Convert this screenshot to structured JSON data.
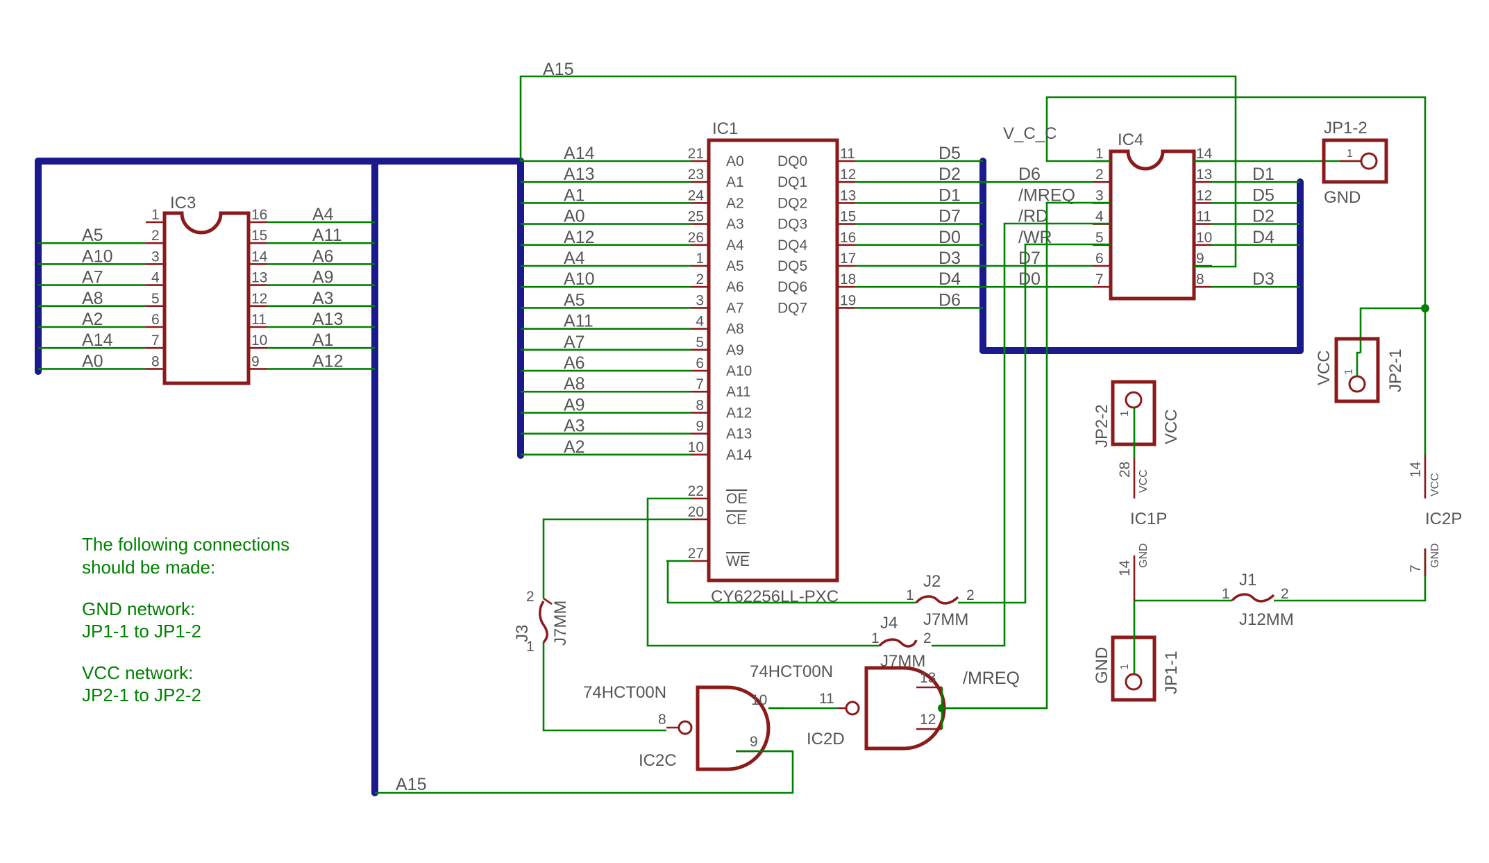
{
  "colors": {
    "wire": "#008000",
    "bus": "#1a1a8c",
    "component": "#8b1a1a",
    "label": "#555555",
    "note": "#008000",
    "background": "#ffffff"
  },
  "ic3": {
    "name": "IC3",
    "left_pins": [
      {
        "pin": "1",
        "net": ""
      },
      {
        "pin": "2",
        "net": "A5"
      },
      {
        "pin": "3",
        "net": "A10"
      },
      {
        "pin": "4",
        "net": "A7"
      },
      {
        "pin": "5",
        "net": "A8"
      },
      {
        "pin": "6",
        "net": "A2"
      },
      {
        "pin": "7",
        "net": "A14"
      },
      {
        "pin": "8",
        "net": "A0"
      }
    ],
    "right_pins": [
      {
        "pin": "16",
        "net": "A4"
      },
      {
        "pin": "15",
        "net": "A11"
      },
      {
        "pin": "14",
        "net": "A6"
      },
      {
        "pin": "13",
        "net": "A9"
      },
      {
        "pin": "12",
        "net": "A3"
      },
      {
        "pin": "11",
        "net": "A13"
      },
      {
        "pin": "10",
        "net": "A1"
      },
      {
        "pin": "9",
        "net": "A12"
      }
    ]
  },
  "ic1": {
    "name": "IC1",
    "part": "CY62256LL-PXC",
    "addr_pins": [
      {
        "net": "A14",
        "pin": "21",
        "func": "A0"
      },
      {
        "net": "A13",
        "pin": "23",
        "func": "A1"
      },
      {
        "net": "A1",
        "pin": "24",
        "func": "A2"
      },
      {
        "net": "A0",
        "pin": "25",
        "func": "A3"
      },
      {
        "net": "A12",
        "pin": "26",
        "func": "A4"
      },
      {
        "net": "A4",
        "pin": "1",
        "func": "A5"
      },
      {
        "net": "A10",
        "pin": "2",
        "func": "A6"
      },
      {
        "net": "A5",
        "pin": "3",
        "func": "A7"
      },
      {
        "net": "A11",
        "pin": "4",
        "func": "A8"
      },
      {
        "net": "A7",
        "pin": "5",
        "func": "A9"
      },
      {
        "net": "A6",
        "pin": "6",
        "func": "A10"
      },
      {
        "net": "A8",
        "pin": "7",
        "func": "A11"
      },
      {
        "net": "A9",
        "pin": "8",
        "func": "A12"
      },
      {
        "net": "A3",
        "pin": "9",
        "func": "A13"
      },
      {
        "net": "A2",
        "pin": "10",
        "func": "A14"
      }
    ],
    "data_pins": [
      {
        "func": "DQ0",
        "pin": "11",
        "net": "D5"
      },
      {
        "func": "DQ1",
        "pin": "12",
        "net": "D2"
      },
      {
        "func": "DQ2",
        "pin": "13",
        "net": "D1"
      },
      {
        "func": "DQ3",
        "pin": "15",
        "net": "D7"
      },
      {
        "func": "DQ4",
        "pin": "16",
        "net": "D0"
      },
      {
        "func": "DQ5",
        "pin": "17",
        "net": "D3"
      },
      {
        "func": "DQ6",
        "pin": "18",
        "net": "D4"
      },
      {
        "func": "DQ7",
        "pin": "19",
        "net": "D6"
      }
    ],
    "ctrl_pins": [
      {
        "pin": "22",
        "func": "OE"
      },
      {
        "pin": "20",
        "func": "CE"
      },
      {
        "pin": "27",
        "func": "WE"
      }
    ]
  },
  "ic4": {
    "name": "IC4",
    "left_pins": [
      {
        "pin": "1",
        "net": "V_C_C"
      },
      {
        "pin": "2",
        "net": "D6"
      },
      {
        "pin": "3",
        "net": "/MREQ"
      },
      {
        "pin": "4",
        "net": "/RD"
      },
      {
        "pin": "5",
        "net": "/WR"
      },
      {
        "pin": "6",
        "net": "D7"
      },
      {
        "pin": "7",
        "net": "D0"
      }
    ],
    "right_pins": [
      {
        "pin": "14",
        "net": ""
      },
      {
        "pin": "13",
        "net": "D1"
      },
      {
        "pin": "12",
        "net": "D5"
      },
      {
        "pin": "11",
        "net": "D2"
      },
      {
        "pin": "10",
        "net": "D4"
      },
      {
        "pin": "9",
        "net": ""
      },
      {
        "pin": "8",
        "net": "D3"
      }
    ]
  },
  "nets": {
    "a15_top": "A15",
    "a15_bottom": "A15",
    "mreq": "/MREQ"
  },
  "jumpers": {
    "j1": {
      "name": "J1",
      "part": "J12MM",
      "pin1": "1",
      "pin2": "2"
    },
    "j2": {
      "name": "J2",
      "part": "J7MM",
      "pin1": "1",
      "pin2": "2"
    },
    "j3": {
      "name": "J3",
      "part": "J7MM",
      "pin1": "1",
      "pin2": "2"
    },
    "j4": {
      "name": "J4",
      "part": "J7MM",
      "pin1": "1",
      "pin2": "2"
    }
  },
  "connectors": {
    "jp1_2": {
      "name": "JP1-2",
      "pin": "1",
      "net": "GND"
    },
    "jp2_1": {
      "name": "JP2-1",
      "pin": "1",
      "net": "VCC"
    },
    "jp2_2": {
      "name": "JP2-2",
      "pin": "1",
      "net": "VCC"
    },
    "jp1_1": {
      "name": "JP1-1",
      "pin": "1",
      "net": "GND"
    }
  },
  "power": {
    "ic1p": {
      "name": "IC1P",
      "vcc_pin": "28",
      "gnd_pin": "14",
      "vcc": "VCC",
      "gnd": "GND"
    },
    "ic2p": {
      "name": "IC2P",
      "vcc_pin": "14",
      "gnd_pin": "7",
      "vcc": "VCC",
      "gnd": "GND"
    }
  },
  "gates": {
    "ic2c": {
      "name": "IC2C",
      "part": "74HCT00N",
      "in1": "8",
      "in2": "9",
      "out": "10"
    },
    "ic2d": {
      "name": "IC2D",
      "part": "74HCT00N",
      "in1": "11",
      "in2a": "13",
      "in2b": "12"
    }
  },
  "note": {
    "line1": "The following connections",
    "line2": "should be made:",
    "line3": "GND network:",
    "line4": "JP1-1 to JP1-2",
    "line5": "VCC network:",
    "line6": "JP2-1 to JP2-2"
  }
}
